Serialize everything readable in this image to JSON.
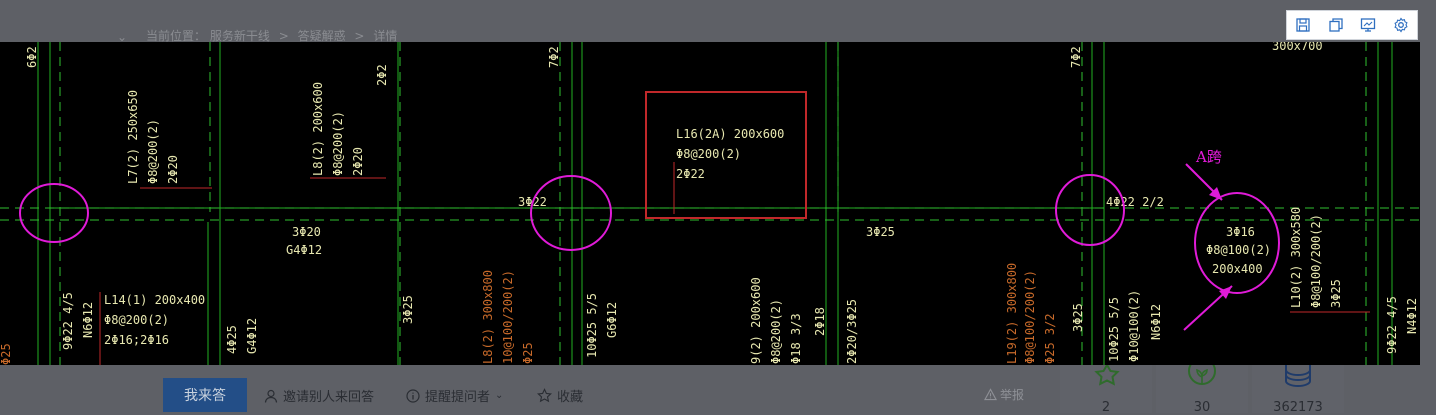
{
  "breadcrumb": {
    "prefix": "当前位置：",
    "items": [
      "服务新干线",
      "答疑解惑",
      "详情"
    ],
    "separator": ">"
  },
  "toolbar": {
    "icons": [
      "save-icon",
      "copy-icon",
      "screen-icon",
      "settings-icon"
    ]
  },
  "cad": {
    "top_right_text": "300x700",
    "highlight_box_text": [
      "L16(2A) 200x600",
      "Φ8@200(2)",
      "2Φ22"
    ],
    "span_label": "A跨",
    "circle_text": [
      "3Φ16",
      "Φ8@100(2)",
      "200x400"
    ],
    "beam_texts": {
      "b_6phi2": "6Φ2",
      "b_2phi20_top": "2Φ20",
      "b_7phi2_a": "7Φ2",
      "b_7phi2_b": "7Φ2",
      "b_2phi2_right": "2Φ2",
      "l7_1": "L7(2) 250x650",
      "l7_2": "Φ8@200(2)",
      "l7_3": "2Φ20",
      "l8_1": "L8(2) 200x600",
      "l8_2": "Φ8@200(2)",
      "l8_3": "2Φ20",
      "mid_3phi20": "3Φ20",
      "mid_g4phi12": "G4Φ12",
      "mid_3phi22": "3Φ22",
      "mid_3phi25": "3Φ25",
      "mid_4phi22": "4Φ22 2/2",
      "l14_1": "L14(1) 200x400",
      "l14_2": "Φ8@200(2)",
      "l14_3": "2Φ16;2Φ16",
      "v_9phi22_475": "9Φ22 4/5",
      "v_n6phi12": "N6Φ12",
      "v_4phi25": "4Φ25",
      "v_g4phi12": "G4Φ12",
      "v_3phi25_a": "3Φ25",
      "v_l8_orange_1": "L8(2) 300x800",
      "v_l8_orange_2": "10@100/200(2)",
      "v_l8_orange_3": "Φ25",
      "v_10phi25_575_a": "10Φ25 5/5",
      "v_g6phi12": "G6Φ12",
      "v_l9_1": "9(2) 200x600",
      "v_l9_2": "Φ8@200(2)",
      "v_l9_3": "Φ18 3/3",
      "v_2phi18": "2Φ18",
      "v_2phi20": "2Φ20/3Φ25",
      "v_l19_1": "L19(2) 300x800",
      "v_l19_2": "Φ8@100/200(2)",
      "v_l19_3": "Φ25 3/2",
      "v_3phi25_b": "3Φ25",
      "v_10phi25_575_b": "10Φ25 5/5",
      "v_phi10": "Φ10@100(2)",
      "v_n6phi12_b": "N6Φ12",
      "v_l10_1": "L10(2) 300x580",
      "v_l10_2": "Φ8@100/200(2)",
      "v_l10_3": "3Φ25",
      "v_9phi22_475_b": "9Φ22 4/5",
      "v_n4phi12": "N4Φ12",
      "v_phi25_left": "Φ25"
    }
  },
  "bottom": {
    "answer_button": "我来答",
    "invite": "邀请别人来回答",
    "remind": "提醒提问者",
    "collect": "收藏",
    "report": "举报",
    "stats": [
      "2",
      "30",
      "362173"
    ]
  },
  "colors": {
    "cad_bg": "#000000",
    "cad_text": "#e8e8b0",
    "grid_dash": "#2fbf2f",
    "pink": "#e01bd8",
    "red_box": "#c0282a",
    "orange": "#c86a2a",
    "button_bg": "#234e87"
  }
}
